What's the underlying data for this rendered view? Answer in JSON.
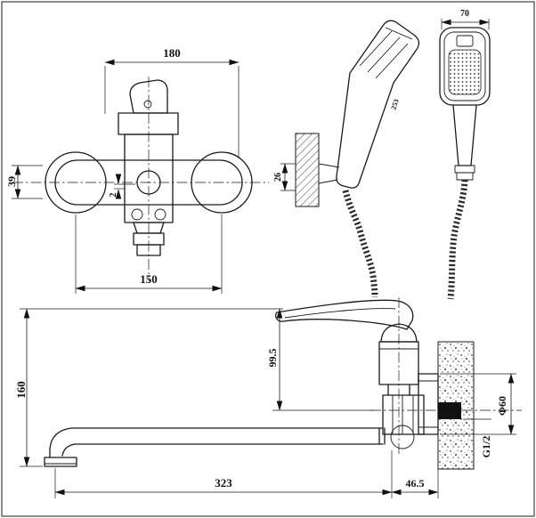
{
  "views": {
    "front": {
      "dims": {
        "top_width": "180",
        "body_height": "39",
        "gap": "2",
        "mount_spacing": "150"
      }
    },
    "hand_shower": {
      "dims": {
        "head_width": "70",
        "bracket_depth": "26",
        "length": "253"
      }
    },
    "side": {
      "dims": {
        "total_height": "160",
        "handle_height": "99.5",
        "spout_reach": "323",
        "wall_offset": "46.5",
        "flange_diameter": "Φ60",
        "thread_size": "G1/2"
      }
    }
  }
}
